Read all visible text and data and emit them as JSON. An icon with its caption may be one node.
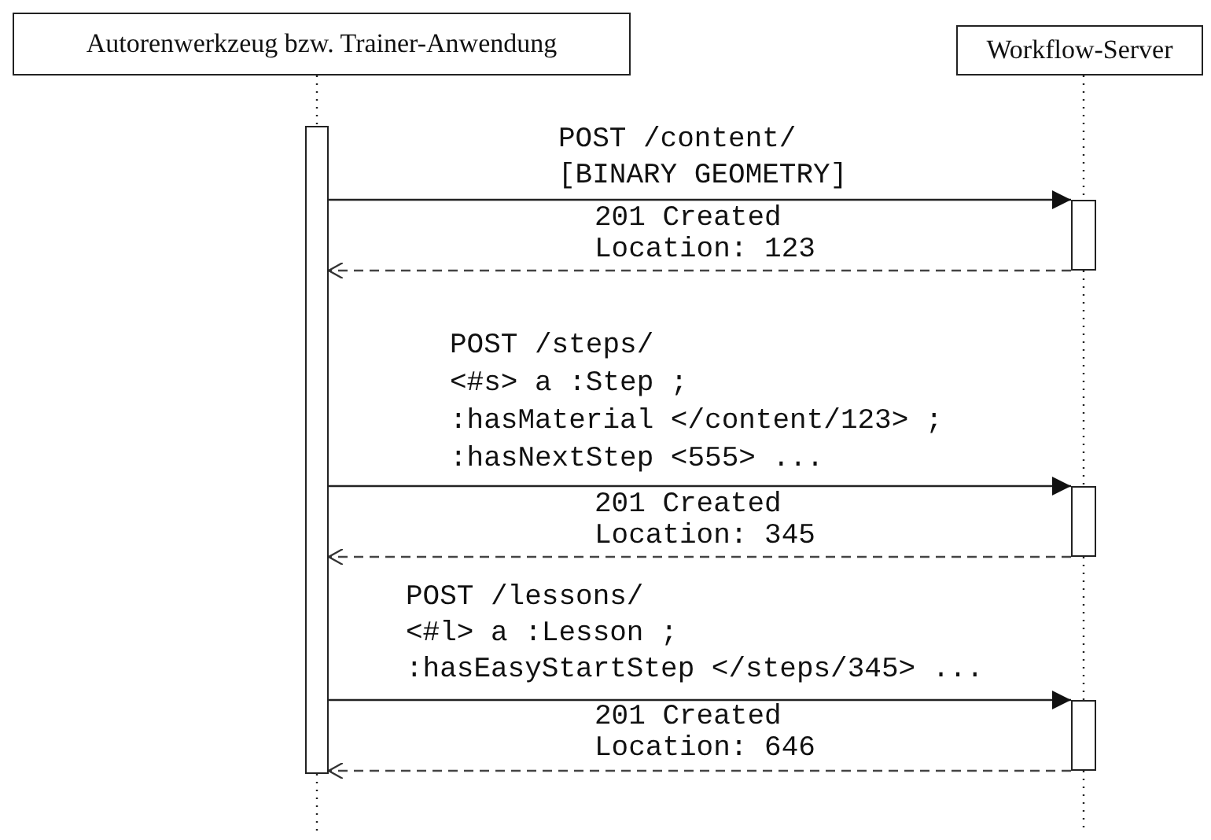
{
  "diagram": {
    "nodes": [
      {
        "text": [
          "Autorenwerkzeug bzw. Trainer-Anwendung"
        ]
      },
      {
        "text": [
          "Workflow-Server"
        ]
      },
      {
        "text": [],
        "shape": "box"
      },
      {
        "text": [],
        "shape": "box"
      },
      {
        "text": [],
        "shape": "box"
      },
      {
        "text": [],
        "shape": "box"
      }
    ],
    "edges": [
      {
        "from": 0,
        "to": 2,
        "arrow": "none",
        "style": "dashed"
      },
      {
        "from": 1,
        "to": 3,
        "arrow": "none",
        "style": "dashed"
      },
      {
        "from": 2,
        "to": 3,
        "arrow": "to",
        "label": "POST /content/ [BINARY GEOMETRY]"
      },
      {
        "from": 3,
        "to": 2,
        "arrow": "to",
        "style": "dashed",
        "label": "201 Created Location: 123"
      },
      {
        "from": 3,
        "to": 4,
        "arrow": "none",
        "style": "dashed"
      },
      {
        "from": 2,
        "to": 4,
        "arrow": "to",
        "label": "POST /steps/ <#s> a :Step ; :hasMaterial </content/123> ; :hasNextStep <555> ..."
      },
      {
        "from": 4,
        "to": 2,
        "arrow": "to",
        "style": "dashed",
        "label": "201 Created Location: 345"
      },
      {
        "from": 4,
        "to": 5,
        "arrow": "none",
        "style": "dashed"
      },
      {
        "from": 2,
        "to": 5,
        "arrow": "to",
        "label": "POST /lessons/ <#l> a :Lesson ; :hasEasyStartStep </steps/345> ..."
      },
      {
        "from": 5,
        "to": 2,
        "arrow": "to",
        "style": "dashed",
        "label": "201 Created Location: 646"
      },
      {
        "from": 2,
        "to": null,
        "arrow": "none",
        "style": "dashed"
      },
      {
        "from": 5,
        "to": null,
        "arrow": "none",
        "style": "dashed"
      }
    ]
  }
}
